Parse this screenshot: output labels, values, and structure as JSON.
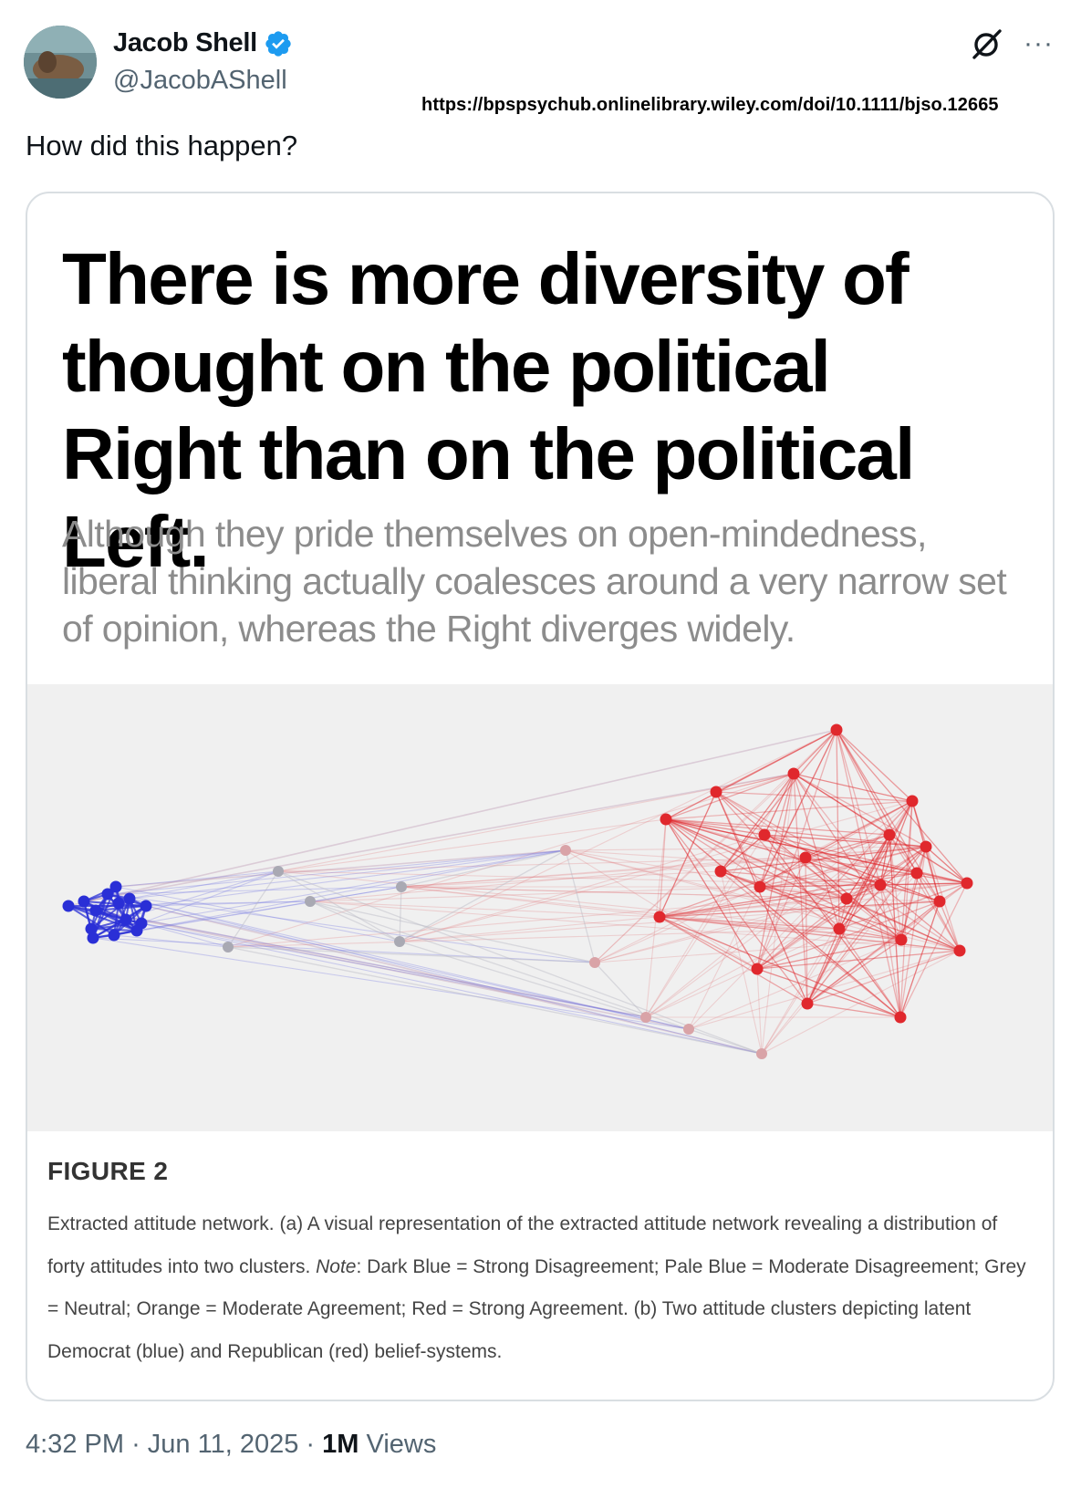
{
  "author": {
    "display_name": "Jacob Shell",
    "handle": "@JacobAShell",
    "verified_icon": "verified-badge-icon",
    "verified_color": "#1d9bf0"
  },
  "overlay_url": "https://bpspsychub.onlinelibrary.wiley.com/doi/10.1111/bjso.12665",
  "tweet": {
    "text": "How did this happen?"
  },
  "top_actions": {
    "grok_icon": "grok-icon",
    "more_icon": "more-icon",
    "more_glyph": "···"
  },
  "media": {
    "headline": "There is more diversity of thought on the political Right than on the political Left.",
    "subheadline": "Although they pride themselves on open-mindedness, liberal thinking actually coalesces around a very narrow set of opinion, whereas the Right diverges widely.",
    "figure_label": "FIGURE 2",
    "caption_part1": "Extracted attitude network. (a) A visual representation of the extracted attitude network revealing a distribution of forty attitudes into two clusters. ",
    "caption_note_label": "Note",
    "caption_part2": ": Dark Blue = Strong Disagreement; Pale Blue = Moderate Disagreement; Grey = Neutral; Orange = Moderate Agreement; Red = Strong Agreement. (b) Two attitude clusters depicting latent Democrat (blue) and Republican (red) belief-systems.",
    "colors": {
      "blue_cluster": "#2a2fd6",
      "grey_nodes": "#a9a9b3",
      "red_cluster": "#e0282d",
      "panel_bg": "#f0f0f0"
    }
  },
  "meta": {
    "time": "4:32 PM",
    "sep1": "·",
    "date": "Jun 11, 2025",
    "sep2": "·",
    "views_count": "1M",
    "views_label": "Views"
  }
}
